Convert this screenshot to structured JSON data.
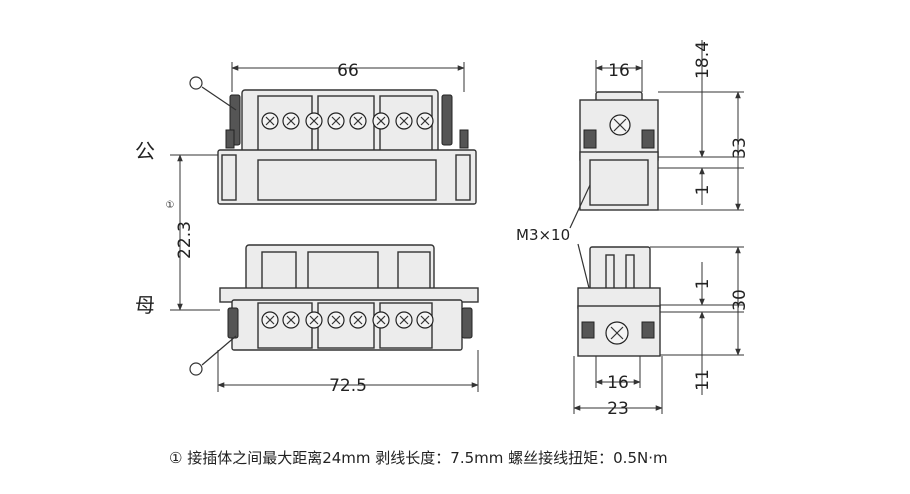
{
  "labels": {
    "male": "公",
    "female": "母",
    "screw_spec": "M3×10"
  },
  "dimensions": {
    "top_width": "66",
    "bottom_width": "72.5",
    "distance": "22.3",
    "distance_mark": "①",
    "side_width_top": "16",
    "side_height_a": "18.4",
    "side_height_b": "33",
    "side_gap_top": "1",
    "side_gap_bottom": "1",
    "side_height_c": "30",
    "side_height_d": "11",
    "side_width_b1": "16",
    "side_width_b2": "23"
  },
  "note": "① 接插体之间最大距离24mm 剥线长度：7.5mm 螺丝接线扭矩：0.5N·m"
}
